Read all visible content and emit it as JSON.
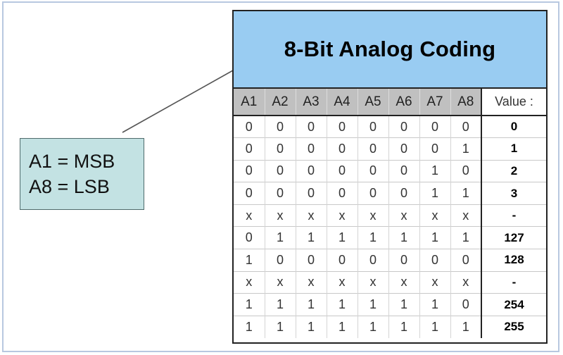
{
  "note": {
    "lines": [
      "A1 = MSB",
      "A8 = LSB"
    ]
  },
  "table": {
    "title": "8-Bit Analog Coding",
    "bit_headers": [
      "A1",
      "A2",
      "A3",
      "A4",
      "A5",
      "A6",
      "A7",
      "A8"
    ],
    "value_header": "Value :",
    "rows": [
      {
        "bits": [
          "0",
          "0",
          "0",
          "0",
          "0",
          "0",
          "0",
          "0"
        ],
        "value": "0"
      },
      {
        "bits": [
          "0",
          "0",
          "0",
          "0",
          "0",
          "0",
          "0",
          "1"
        ],
        "value": "1"
      },
      {
        "bits": [
          "0",
          "0",
          "0",
          "0",
          "0",
          "0",
          "1",
          "0"
        ],
        "value": "2"
      },
      {
        "bits": [
          "0",
          "0",
          "0",
          "0",
          "0",
          "0",
          "1",
          "1"
        ],
        "value": "3"
      },
      {
        "bits": [
          "x",
          "x",
          "x",
          "x",
          "x",
          "x",
          "x",
          "x"
        ],
        "value": "-"
      },
      {
        "bits": [
          "0",
          "1",
          "1",
          "1",
          "1",
          "1",
          "1",
          "1"
        ],
        "value": "127"
      },
      {
        "bits": [
          "1",
          "0",
          "0",
          "0",
          "0",
          "0",
          "0",
          "0"
        ],
        "value": "128"
      },
      {
        "bits": [
          "x",
          "x",
          "x",
          "x",
          "x",
          "x",
          "x",
          "x"
        ],
        "value": "-"
      },
      {
        "bits": [
          "1",
          "1",
          "1",
          "1",
          "1",
          "1",
          "1",
          "0"
        ],
        "value": "254"
      },
      {
        "bits": [
          "1",
          "1",
          "1",
          "1",
          "1",
          "1",
          "1",
          "1"
        ],
        "value": "255"
      }
    ]
  },
  "colors": {
    "title_band": "#99ccf2",
    "header_band": "#c0c0c0",
    "note_fill": "#c3e2e3",
    "frame_border": "#b8c8e0"
  }
}
